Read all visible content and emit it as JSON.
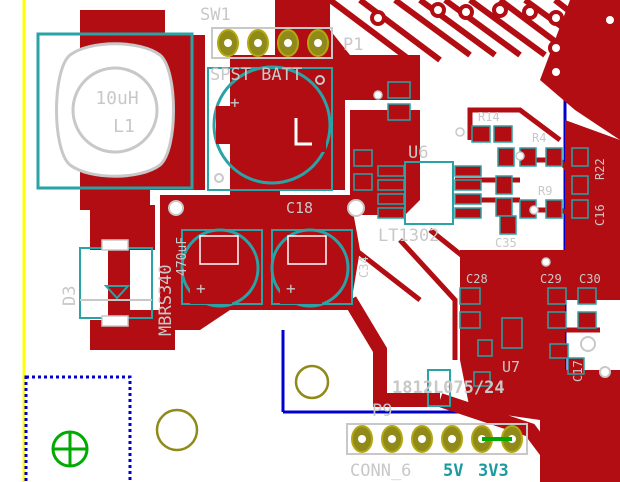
{
  "colors": {
    "background": "#ffffff",
    "copper": "#b10d12",
    "silkscreen": "#c8c8c8",
    "fab_outline": "#2aa3a6",
    "edge_yellow": "#ffff00",
    "keepout_blue": "#0000cc",
    "pad_gold": "#8f8a1a",
    "fiducial_green": "#00aa00",
    "label_teal": "#1c9aa0"
  },
  "labels": {
    "sw1": "SW1",
    "p1": "P1",
    "spst_batt": "SPST BATT",
    "inductor_value": "10uH",
    "inductor_ref": "L1",
    "r14": "R14",
    "r4": "R4",
    "r22": "R22",
    "r9": "R9",
    "c16": "C16",
    "u6": "U6",
    "c18": "C18",
    "lt1302": "LT1302",
    "c35": "C35",
    "c34": "C34",
    "d3": "D3",
    "mbrs340": "MBRS340",
    "cap_470u": "470uF",
    "c28": "C28",
    "c29": "C29",
    "c30": "C30",
    "c17": "C17",
    "u7": "U7",
    "fuse": "1812L075/24",
    "p9": "P9",
    "conn6": "CONN_6",
    "v5": "5V",
    "v3": "3V3"
  }
}
